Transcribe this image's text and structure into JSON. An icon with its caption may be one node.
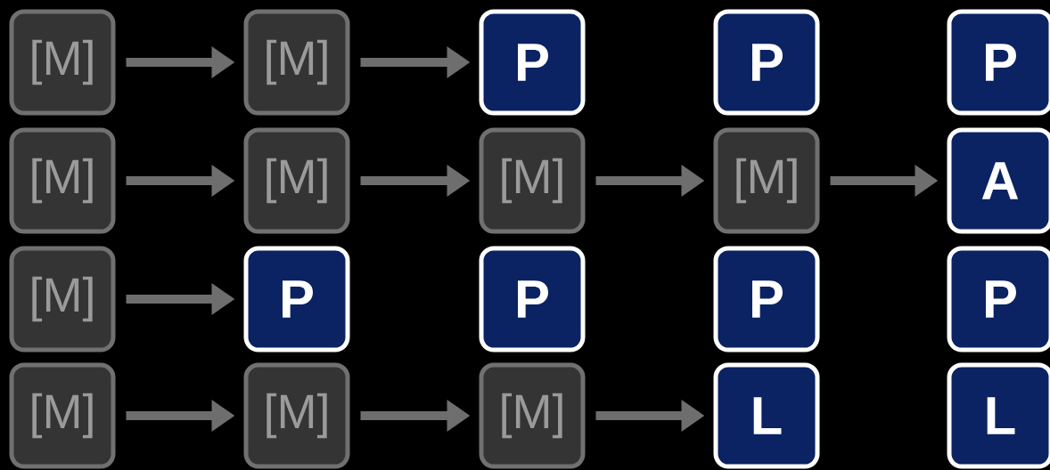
{
  "diagram": {
    "nodes": [
      {
        "text": [
          "[M]"
        ]
      },
      {
        "text": [
          "[M]"
        ]
      },
      {
        "text": [
          "P"
        ]
      },
      {
        "text": [
          "P"
        ]
      },
      {
        "text": [
          "P"
        ]
      },
      {
        "text": [
          "[M]"
        ]
      },
      {
        "text": [
          "[M]"
        ]
      },
      {
        "text": [
          "[M]"
        ]
      },
      {
        "text": [
          "[M]"
        ]
      },
      {
        "text": [
          "A"
        ]
      },
      {
        "text": [
          "[M]"
        ]
      },
      {
        "text": [
          "P"
        ]
      },
      {
        "text": [
          "P"
        ]
      },
      {
        "text": [
          "P"
        ]
      },
      {
        "text": [
          "P"
        ]
      },
      {
        "text": [
          "[M]"
        ]
      },
      {
        "text": [
          "[M]"
        ]
      },
      {
        "text": [
          "[M]"
        ]
      },
      {
        "text": [
          "L"
        ]
      },
      {
        "text": [
          "L"
        ]
      }
    ],
    "edges": [
      {
        "from": 0,
        "to": 1,
        "arrow": "to"
      },
      {
        "from": 1,
        "to": 2,
        "arrow": "to"
      },
      {
        "from": 5,
        "to": 6,
        "arrow": "to"
      },
      {
        "from": 6,
        "to": 7,
        "arrow": "to"
      },
      {
        "from": 7,
        "to": 8,
        "arrow": "to"
      },
      {
        "from": 8,
        "to": 9,
        "arrow": "to"
      },
      {
        "from": 10,
        "to": 11,
        "arrow": "to"
      },
      {
        "from": 15,
        "to": 16,
        "arrow": "to"
      },
      {
        "from": 16,
        "to": 17,
        "arrow": "to"
      },
      {
        "from": 17,
        "to": 18,
        "arrow": "to"
      }
    ]
  }
}
